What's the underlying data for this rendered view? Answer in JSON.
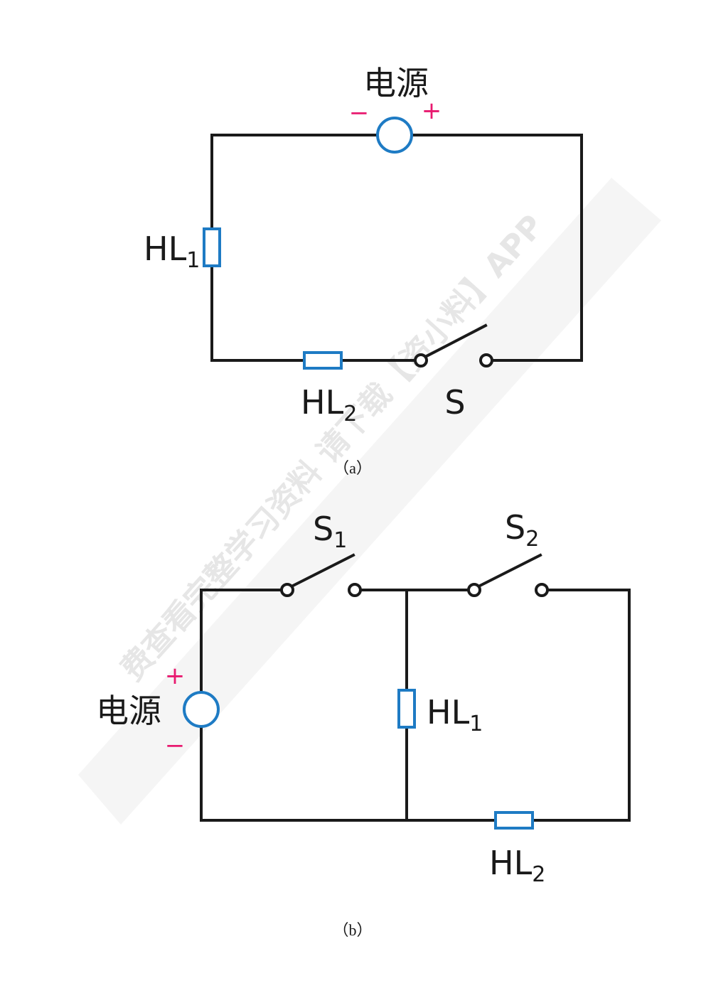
{
  "watermark": {
    "text": "费查看完整学习资料 请下载【资小料】APP"
  },
  "diagram_a": {
    "source_label": "电源",
    "minus": "−",
    "plus": "+",
    "hl1": {
      "main": "HL",
      "sub": "1"
    },
    "hl2": {
      "main": "HL",
      "sub": "2"
    },
    "switch": "S",
    "caption": "（a）"
  },
  "diagram_b": {
    "source_label": "电源",
    "plus": "+",
    "minus": "−",
    "s1": {
      "main": "S",
      "sub": "1"
    },
    "s2": {
      "main": "S",
      "sub": "2"
    },
    "hl1": {
      "main": "HL",
      "sub": "1"
    },
    "hl2": {
      "main": "HL",
      "sub": "2"
    },
    "caption": "（b）"
  },
  "colors": {
    "wire": "#1a1a1a",
    "component": "#1e7bc4",
    "polarity": "#e8196f"
  }
}
